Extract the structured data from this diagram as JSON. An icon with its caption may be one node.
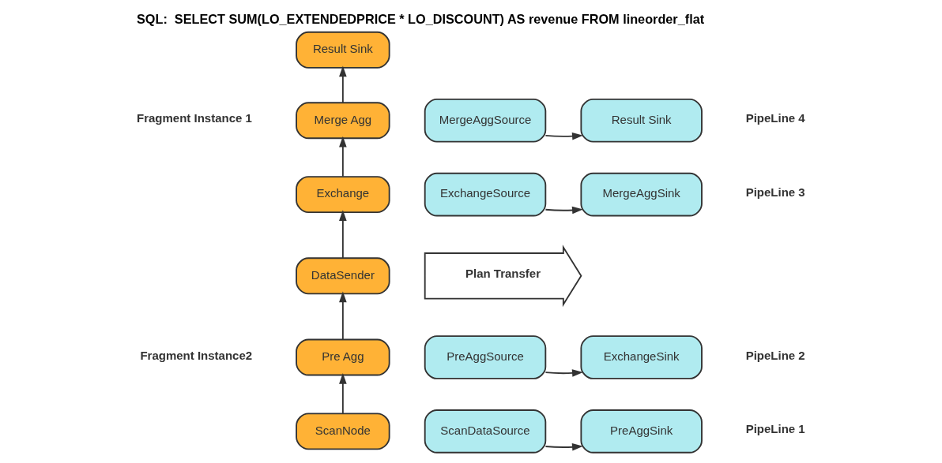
{
  "diagram": {
    "title": "SQL:  SELECT SUM(LO_EXTENDEDPRICE * LO_DISCOUNT) AS revenue FROM lineorder_flat",
    "nodes": [
      {
        "text": [
          "Result Sink"
        ]
      },
      {
        "text": [
          "Merge Agg"
        ]
      },
      {
        "text": [
          "Exchange"
        ]
      },
      {
        "text": [
          "DataSender"
        ]
      },
      {
        "text": [
          "Pre Agg"
        ]
      },
      {
        "text": [
          "ScanNode"
        ]
      },
      {
        "text": [
          "Plan Transfer"
        ]
      },
      {
        "text": [
          "MergeAggSource"
        ]
      },
      {
        "text": [
          "Result Sink"
        ]
      },
      {
        "text": [
          "ExchangeSource"
        ]
      },
      {
        "text": [
          "MergeAggSink"
        ]
      },
      {
        "text": [
          "PreAggSource"
        ]
      },
      {
        "text": [
          "ExchangeSink"
        ]
      },
      {
        "text": [
          "ScanDataSource"
        ]
      },
      {
        "text": [
          "PreAggSink"
        ]
      }
    ],
    "edges": [
      {
        "from": 1,
        "to": 0,
        "arrow": "to"
      },
      {
        "from": 2,
        "to": 1,
        "arrow": "to"
      },
      {
        "from": 3,
        "to": 2,
        "arrow": "to"
      },
      {
        "from": 4,
        "to": 3,
        "arrow": "to"
      },
      {
        "from": 5,
        "to": 4,
        "arrow": "to"
      },
      {
        "from": 7,
        "to": 8,
        "arrow": "to"
      },
      {
        "from": 9,
        "to": 10,
        "arrow": "to"
      },
      {
        "from": 11,
        "to": 12,
        "arrow": "to"
      },
      {
        "from": 13,
        "to": 14,
        "arrow": "to"
      }
    ],
    "labels": [
      "Fragment Instance 1",
      "Fragment Instance2",
      "PipeLine 4",
      "PipeLine 3",
      "PipeLine 2",
      "PipeLine 1"
    ]
  }
}
